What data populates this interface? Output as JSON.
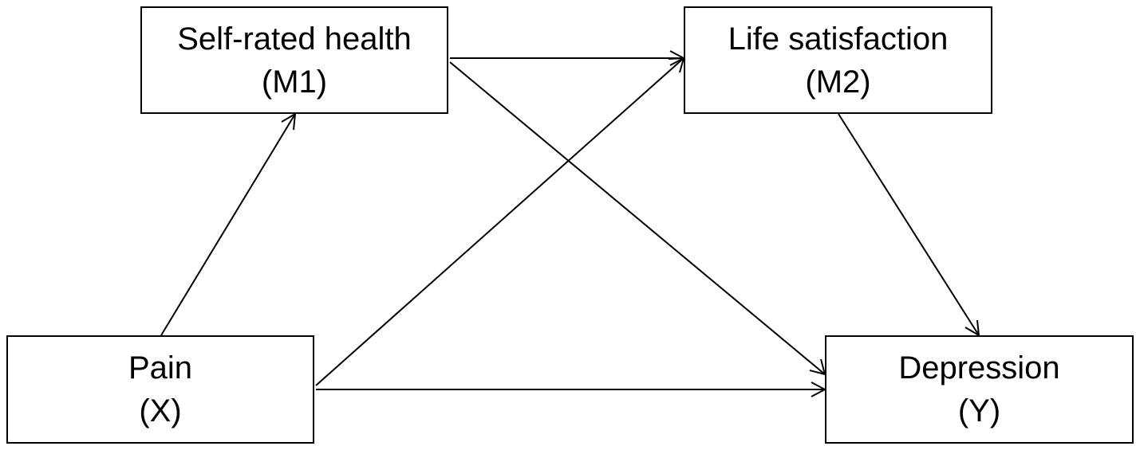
{
  "nodes": {
    "m1": {
      "line1": "Self-rated health",
      "line2": "(M1)"
    },
    "m2": {
      "line1": "Life satisfaction",
      "line2": "(M2)"
    },
    "x": {
      "line1": "Pain",
      "line2": "(X)"
    },
    "y": {
      "line1": "Depression",
      "line2": "(Y)"
    }
  },
  "edges": [
    {
      "from": "Pain (X)",
      "to": "Self-rated health (M1)"
    },
    {
      "from": "Pain (X)",
      "to": "Life satisfaction (M2)"
    },
    {
      "from": "Pain (X)",
      "to": "Depression (Y)"
    },
    {
      "from": "Self-rated health (M1)",
      "to": "Life satisfaction (M2)"
    },
    {
      "from": "Self-rated health (M1)",
      "to": "Depression (Y)"
    },
    {
      "from": "Life satisfaction (M2)",
      "to": "Depression (Y)"
    }
  ],
  "colors": {
    "stroke": "#000000",
    "background": "#ffffff"
  }
}
